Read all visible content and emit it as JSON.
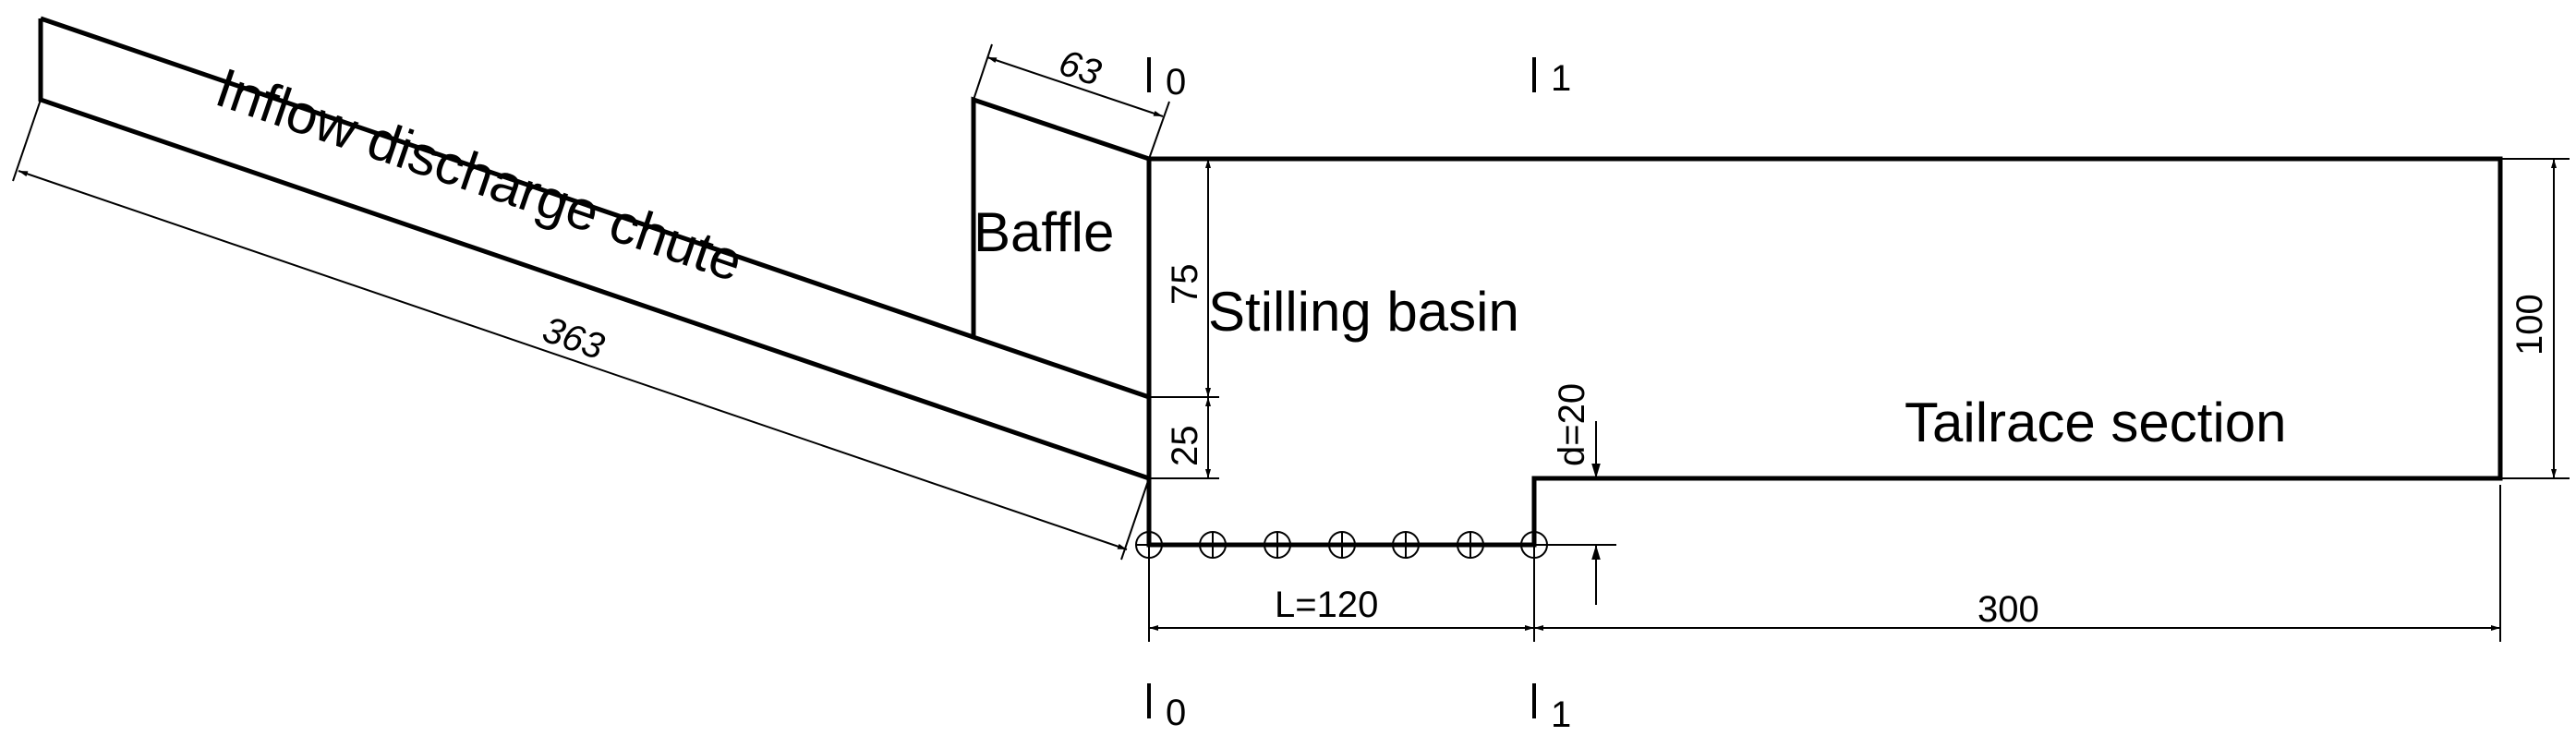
{
  "labels": {
    "chute": "Inflow discharge chute",
    "baffle": "Baffle",
    "basin": "Stilling basin",
    "tailrace": "Tailrace section"
  },
  "dimensions": {
    "chute_length": "363",
    "baffle_width": "63",
    "basin_upper_depth": "75",
    "basin_lower_depth": "25",
    "sill_height": "d=20",
    "basin_length": "L=120",
    "tailrace_length": "300",
    "total_height": "100"
  },
  "sections": {
    "s0": "0",
    "s1": "1"
  }
}
